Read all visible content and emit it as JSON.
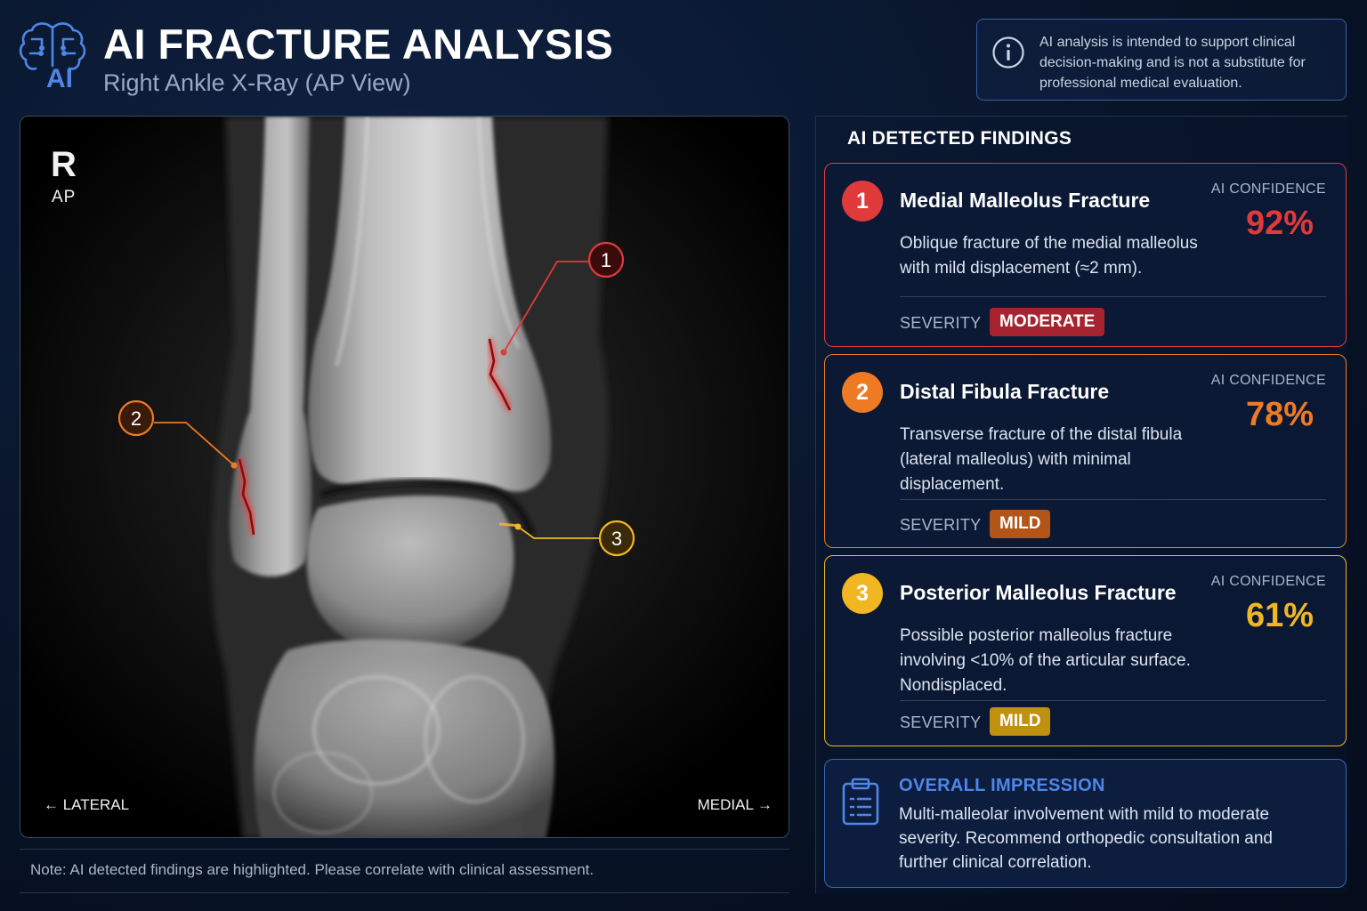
{
  "header": {
    "brand_label": "AI",
    "title": "AI FRACTURE ANALYSIS",
    "subtitle": "Right Ankle X-Ray (AP View)",
    "disclaimer": "AI analysis is intended to support clinical decision-making and is not a substitute for professional medical evaluation."
  },
  "xray": {
    "side_marker": "R",
    "view_marker": "AP",
    "lateral_label": "← LATERAL",
    "medial_label": "MEDIAL →",
    "callouts": [
      "1",
      "2",
      "3"
    ],
    "note": "Note: AI detected findings are highlighted. Please correlate with clinical assessment."
  },
  "findings": {
    "heading": "AI DETECTED FINDINGS",
    "items": [
      {
        "number": "1",
        "title": "Medial Malleolus Fracture",
        "confidence_label": "AI CONFIDENCE",
        "confidence": "92%",
        "description": "Oblique fracture of the medial malleolus with mild displacement (≈2 mm).",
        "severity_label": "SEVERITY",
        "severity": "MODERATE",
        "color": "#e03a3a"
      },
      {
        "number": "2",
        "title": "Distal Fibula Fracture",
        "confidence_label": "AI CONFIDENCE",
        "confidence": "78%",
        "description": "Transverse fracture of the distal fibula (lateral malleolus) with minimal displacement.",
        "severity_label": "SEVERITY",
        "severity": "MILD",
        "color": "#ee7a24"
      },
      {
        "number": "3",
        "title": "Posterior Malleolus Fracture",
        "confidence_label": "AI CONFIDENCE",
        "confidence": "61%",
        "description": "Possible posterior malleolus fracture involving <10% of the articular surface. Nondisplaced.",
        "severity_label": "SEVERITY",
        "severity": "MILD",
        "color": "#f0b723"
      }
    ]
  },
  "impression": {
    "title": "OVERALL IMPRESSION",
    "text": "Multi-malleolar involvement with mild to moderate severity. Recommend orthopedic consultation and further clinical correlation."
  },
  "colors": {
    "accent": "#4f86e8",
    "background": "#081428",
    "finding_1": "#e03a3a",
    "finding_2": "#ee7a24",
    "finding_3": "#f0b723"
  },
  "icons": [
    "brain-circuit-icon",
    "info-icon",
    "clipboard-icon"
  ]
}
